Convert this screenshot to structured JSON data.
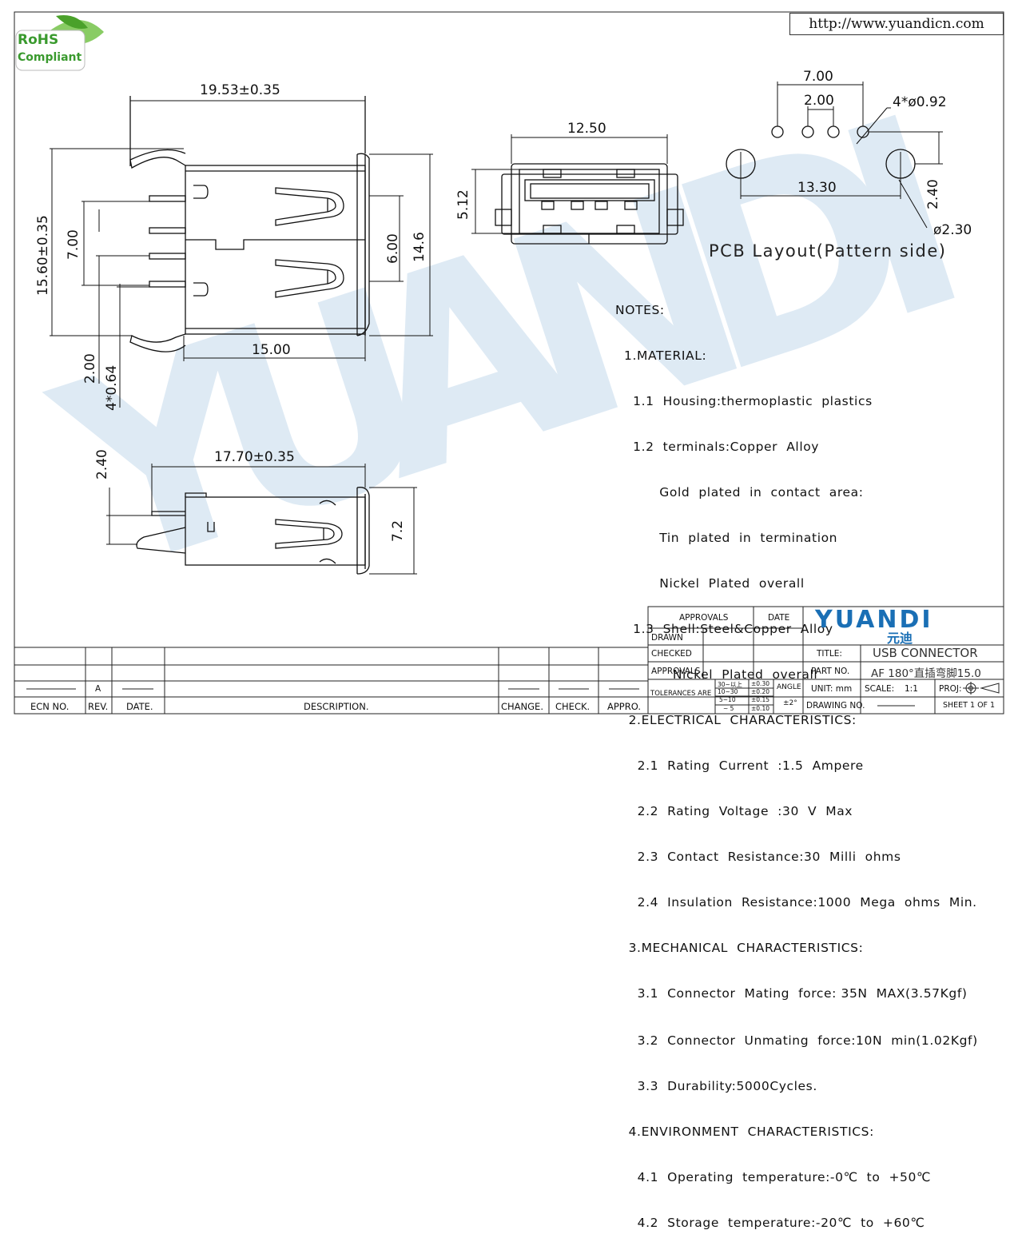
{
  "url": "http://www.yuandicn.com",
  "rohs": {
    "line1": "RoHS",
    "line2": "Compliant"
  },
  "watermark_text": "YUANDI",
  "dimensions": {
    "side_view": {
      "width": "19.53±0.35",
      "height": "15.60±0.35",
      "pin_span": "7.00",
      "pin_pitch": "2.00",
      "pin_dia": "4*0.64",
      "body_depth": "15.00",
      "inner": "6.00",
      "overall": "14.6"
    },
    "front_view": {
      "width": "12.50",
      "height": "5.12"
    },
    "bottom_view": {
      "width": "17.70±0.35",
      "offset": "2.40",
      "height": "7.2"
    },
    "pcb": {
      "outer_pitch": "7.00",
      "inner_pitch": "2.00",
      "hole": "4*ø0.92",
      "peg_span": "13.30",
      "peg_offset": "2.40",
      "peg_dia": "ø2.30"
    }
  },
  "pcb_label": "PCB  Layout(Pattern  side)",
  "notes": [
    "NOTES:",
    "  1.MATERIAL:",
    "    1.1  Housing:thermoplastic  plastics",
    "    1.2  terminals:Copper  Alloy",
    "          Gold  plated  in  contact  area:",
    "          Tin  plated  in  termination",
    "          Nickel  Plated  overall",
    "    1.3  Shell:Steel&Copper  Alloy",
    "             Nickel  Plated  overall",
    "   2.ELECTRICAL  CHARACTERISTICS:",
    "     2.1  Rating  Current  :1.5  Ampere",
    "     2.2  Rating  Voltage  :30  V  Max",
    "     2.3  Contact  Resistance:30  Milli  ohms",
    "     2.4  Insulation  Resistance:1000  Mega  ohms  Min.",
    "   3.MECHANICAL  CHARACTERISTICS:",
    "     3.1  Connector  Mating  force: 35N  MAX(3.57Kgf)",
    "     3.2  Connector  Unmating  force:10N  min(1.02Kgf)",
    "     3.3  Durability:5000Cycles.",
    "   4.ENVIRONMENT  CHARACTERISTICS:",
    "     4.1  Operating  temperature:-0℃  to  +50℃",
    "     4.2  Storage  temperature:-20℃  to  +60℃"
  ],
  "title_block": {
    "approvals_header": "APPROVALS",
    "date_header": "DATE",
    "drawn": "DRAWN",
    "checked": "CHECKED",
    "approvals": "APPROVALS",
    "tolerances_label": "TOLERANCES  ARE",
    "tolerances": [
      [
        "30~以上",
        "±0.30"
      ],
      [
        "10~30",
        "±0.20"
      ],
      [
        "5~10",
        "±0.15"
      ],
      [
        "~ 5",
        "±0.10"
      ]
    ],
    "angle_label": "ANGLE",
    "angle_value": "±2°",
    "brand": "YUANDI",
    "brand_cn": "元迪",
    "title_label": "TITLE:",
    "title_value": "USB CONNECTOR",
    "part_label": "PART  NO.",
    "part_value": "AF 180°直插弯脚15.0",
    "unit": "UNIT:  mm",
    "scale_label": "SCALE:",
    "scale_value": "1:1",
    "proj": "PROJ:",
    "drawing_no": "DRAWING  NO.",
    "sheet": "SHEET   1  OF  1"
  },
  "revision_block": {
    "headers": [
      "ECN  NO.",
      "REV.",
      "DATE.",
      "DESCRIPTION.",
      "CHANGE.",
      "CHECK.",
      "APPRO."
    ],
    "rev_value": "A"
  }
}
